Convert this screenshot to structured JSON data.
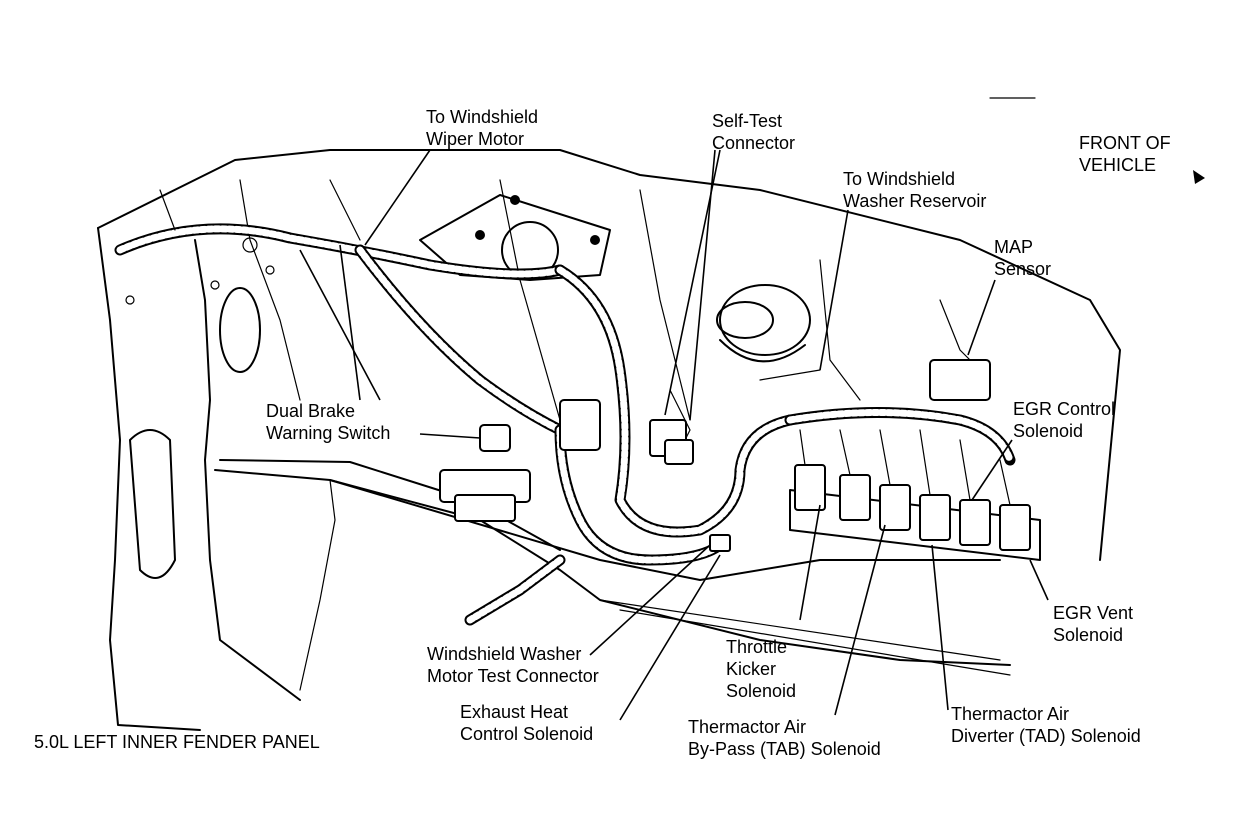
{
  "labels": {
    "wiper_motor": [
      "To Windshield",
      "Wiper Motor"
    ],
    "self_test": [
      "Self-Test",
      "Connector"
    ],
    "front_vehicle": [
      "FRONT OF",
      "VEHICLE"
    ],
    "washer_reservoir": [
      "To Windshield",
      "Washer Reservoir"
    ],
    "map_sensor": [
      "MAP",
      "Sensor"
    ],
    "egr_control": [
      "EGR Control",
      "Solenoid"
    ],
    "dual_brake": [
      "Dual Brake",
      "Warning Switch"
    ],
    "egr_vent": [
      "EGR Vent",
      "Solenoid"
    ],
    "throttle_kicker": [
      "Throttle",
      "Kicker",
      "Solenoid"
    ],
    "washer_motor_test": [
      "Windshield Washer",
      "Motor Test Connector"
    ],
    "exhaust_heat": [
      "Exhaust Heat",
      "Control Solenoid"
    ],
    "tab": [
      "Thermactor Air",
      "By-Pass (TAB) Solenoid"
    ],
    "tad": [
      "Thermactor Air",
      "Diverter (TAD) Solenoid"
    ],
    "panel_title": "5.0L LEFT INNER FENDER PANEL"
  }
}
